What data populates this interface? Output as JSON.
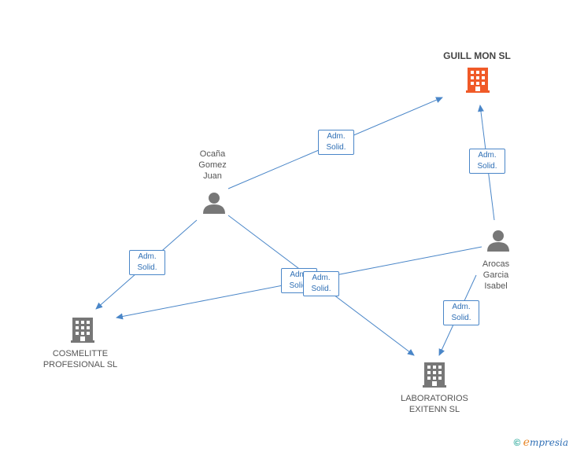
{
  "nodes": {
    "guill": {
      "label": "GUILL MON SL",
      "type": "company",
      "color": "#f05a28"
    },
    "ocana": {
      "label": "Ocaña\nGomez\nJuan",
      "type": "person"
    },
    "arocas": {
      "label": "Arocas\nGarcia\nIsabel",
      "type": "person"
    },
    "cosmelitte": {
      "label": "COSMELITTE\nPROFESIONAL SL",
      "type": "company",
      "color": "#777777"
    },
    "laboratorios": {
      "label": "LABORATORIOS\nEXITENN SL",
      "type": "company",
      "color": "#777777"
    }
  },
  "edges": [
    {
      "from": "ocana",
      "to": "guill",
      "label": "Adm.\nSolid."
    },
    {
      "from": "arocas",
      "to": "guill",
      "label": "Adm.\nSolid."
    },
    {
      "from": "ocana",
      "to": "cosmelitte",
      "label": "Adm.\nSolid."
    },
    {
      "from": "ocana",
      "to": "laboratorios",
      "label": "Adm.\nSolid."
    },
    {
      "from": "arocas",
      "to": "cosmelitte",
      "label": "Adm.\nSolid."
    },
    {
      "from": "arocas",
      "to": "laboratorios",
      "label": "Adm.\nSolid."
    }
  ],
  "colors": {
    "edge": "#4a86c8",
    "person": "#777777"
  },
  "brand": {
    "copyright": "©",
    "e": "e",
    "rest": "mpresia"
  }
}
